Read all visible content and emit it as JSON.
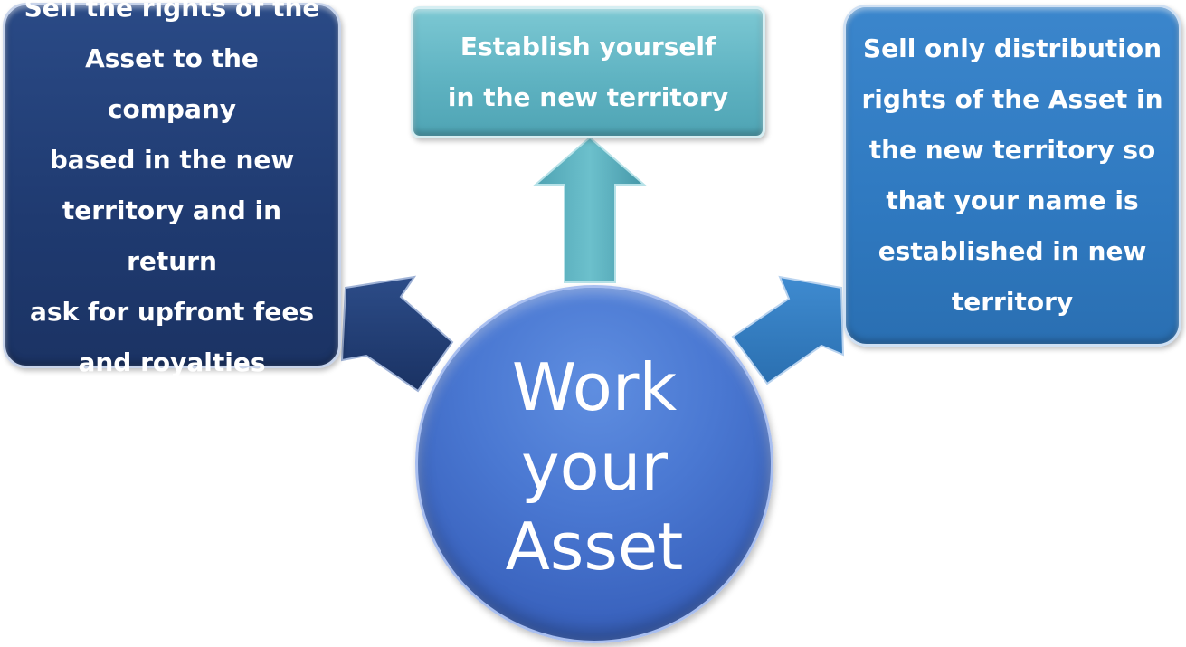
{
  "center": {
    "label": "Work\nyour\nAsset",
    "color": "#4a78d2"
  },
  "options": [
    {
      "id": "left",
      "text": "Sell the rights of the\nAsset to the company\nbased in the new\nterritory and in return\nask for upfront fees\nand royalties",
      "color": "#1f3a70"
    },
    {
      "id": "top",
      "text": "Establish yourself\nin the new territory",
      "color": "#5fb3c2"
    },
    {
      "id": "right",
      "text": "Sell only distribution\nrights of the Asset in\nthe new territory so\nthat your name is\nestablished in new\nterritory",
      "color": "#2f79c0"
    }
  ]
}
